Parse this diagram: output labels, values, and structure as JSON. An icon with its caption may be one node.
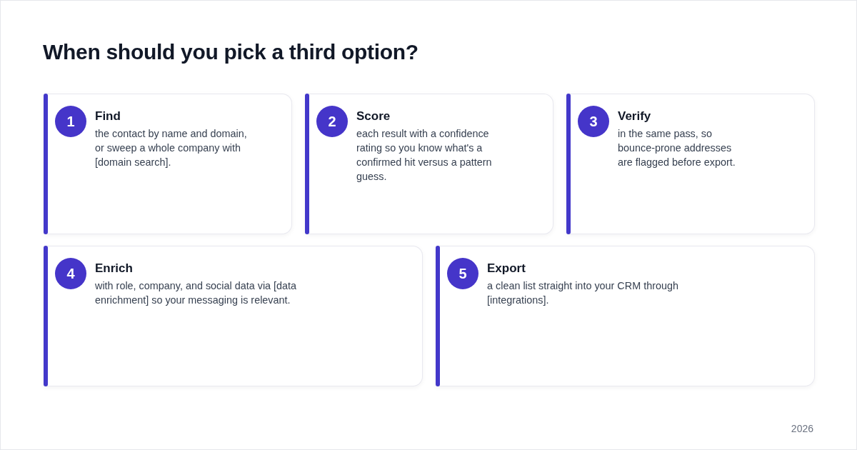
{
  "diagram": {
    "title": "When should you pick a third option?",
    "nodes": [
      {
        "text": [
          "Find",
          "the contact by name and domain, or sweep a whole company with [domain search]."
        ]
      },
      {
        "text": [
          "1"
        ],
        "in": 0
      },
      {
        "text": [
          "Score",
          "each result with a confidence rating so you know what's a confirmed hit versus a pattern guess."
        ]
      },
      {
        "text": [
          "2"
        ],
        "in": 2
      },
      {
        "text": [
          "Verify",
          "in the same pass, so bounce-prone addresses are flagged before export."
        ]
      },
      {
        "text": [
          "3"
        ],
        "in": 4
      },
      {
        "text": [
          "Enrich",
          "with role, company, and social data via [data enrichment] so your messaging is relevant."
        ]
      },
      {
        "text": [
          "4"
        ],
        "in": 6
      },
      {
        "text": [
          "Export",
          "a clean list straight into your CRM through [integrations]."
        ]
      },
      {
        "text": [
          "5"
        ],
        "in": 8
      }
    ],
    "labels": [
      "2026"
    ]
  }
}
